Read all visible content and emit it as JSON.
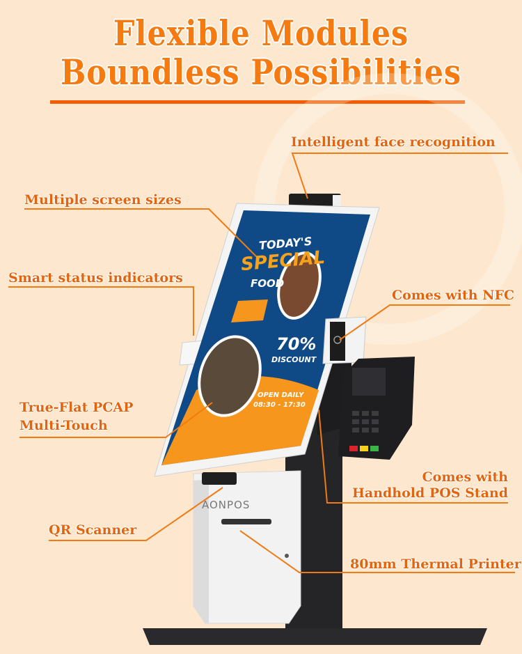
{
  "header": {
    "title_line1": "Flexible  Modules",
    "title_line2": "Boundless  Possibilities"
  },
  "features": [
    {
      "label": "Intelligent face recognition"
    },
    {
      "label": "Multiple screen sizes"
    },
    {
      "label": "Smart status indicators"
    },
    {
      "label": "Comes with NFC"
    },
    {
      "label_line1": "True-Flat PCAP",
      "label_line2": "Multi-Touch"
    },
    {
      "label_line1": "Comes with",
      "label_line2": "Handhold POS Stand"
    },
    {
      "label": "QR Scanner"
    },
    {
      "label": "80mm Thermal Printer"
    }
  ],
  "product": {
    "brand": "AONPOS",
    "screen": {
      "headline1": "TODAY'S",
      "headline2": "SPECIAL",
      "headline3": "FOOD",
      "discount": "70%",
      "discount_label": "DISCOUNT",
      "open_label": "OPEN DAILY",
      "hours": "08:30 - 17:30"
    }
  },
  "colors": {
    "accent": "#f57a10",
    "background": "#fde8cf",
    "screen_blue": "#0f4a86",
    "screen_orange": "#f7961d"
  }
}
